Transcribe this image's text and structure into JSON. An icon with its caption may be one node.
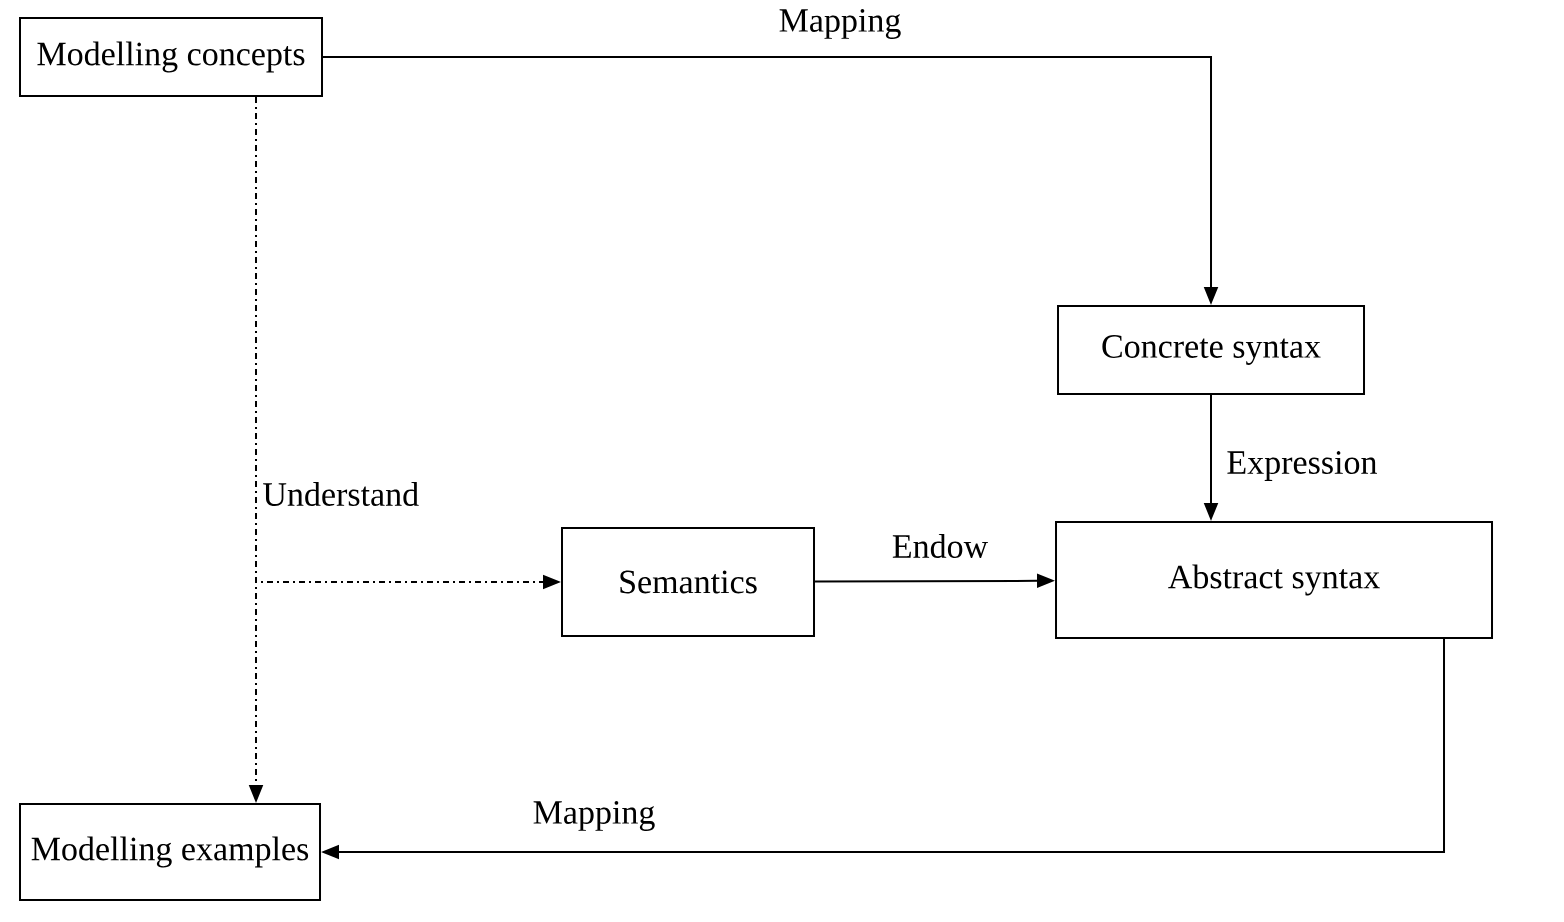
{
  "diagram": {
    "nodes": [
      {
        "text": [
          "Modelling concepts"
        ]
      },
      {
        "text": [
          "Concrete syntax"
        ]
      },
      {
        "text": [
          "Semantics"
        ]
      },
      {
        "text": [
          "Abstract syntax"
        ]
      },
      {
        "text": [
          "Modelling examples"
        ]
      }
    ],
    "edges": [
      {
        "from": 0,
        "to": 1,
        "arrow": "to",
        "label": "Mapping"
      },
      {
        "from": 1,
        "to": 3,
        "arrow": "to",
        "label": "Expression"
      },
      {
        "from": 0,
        "to": 2,
        "arrow": "to",
        "label": "Understand",
        "style": "dashed"
      },
      {
        "from": 0,
        "to": 4,
        "arrow": "to",
        "style": "dashed"
      },
      {
        "from": 2,
        "to": 3,
        "arrow": "to",
        "label": "Endow"
      },
      {
        "from": 3,
        "to": 4,
        "arrow": "to",
        "label": "Mapping"
      }
    ]
  }
}
